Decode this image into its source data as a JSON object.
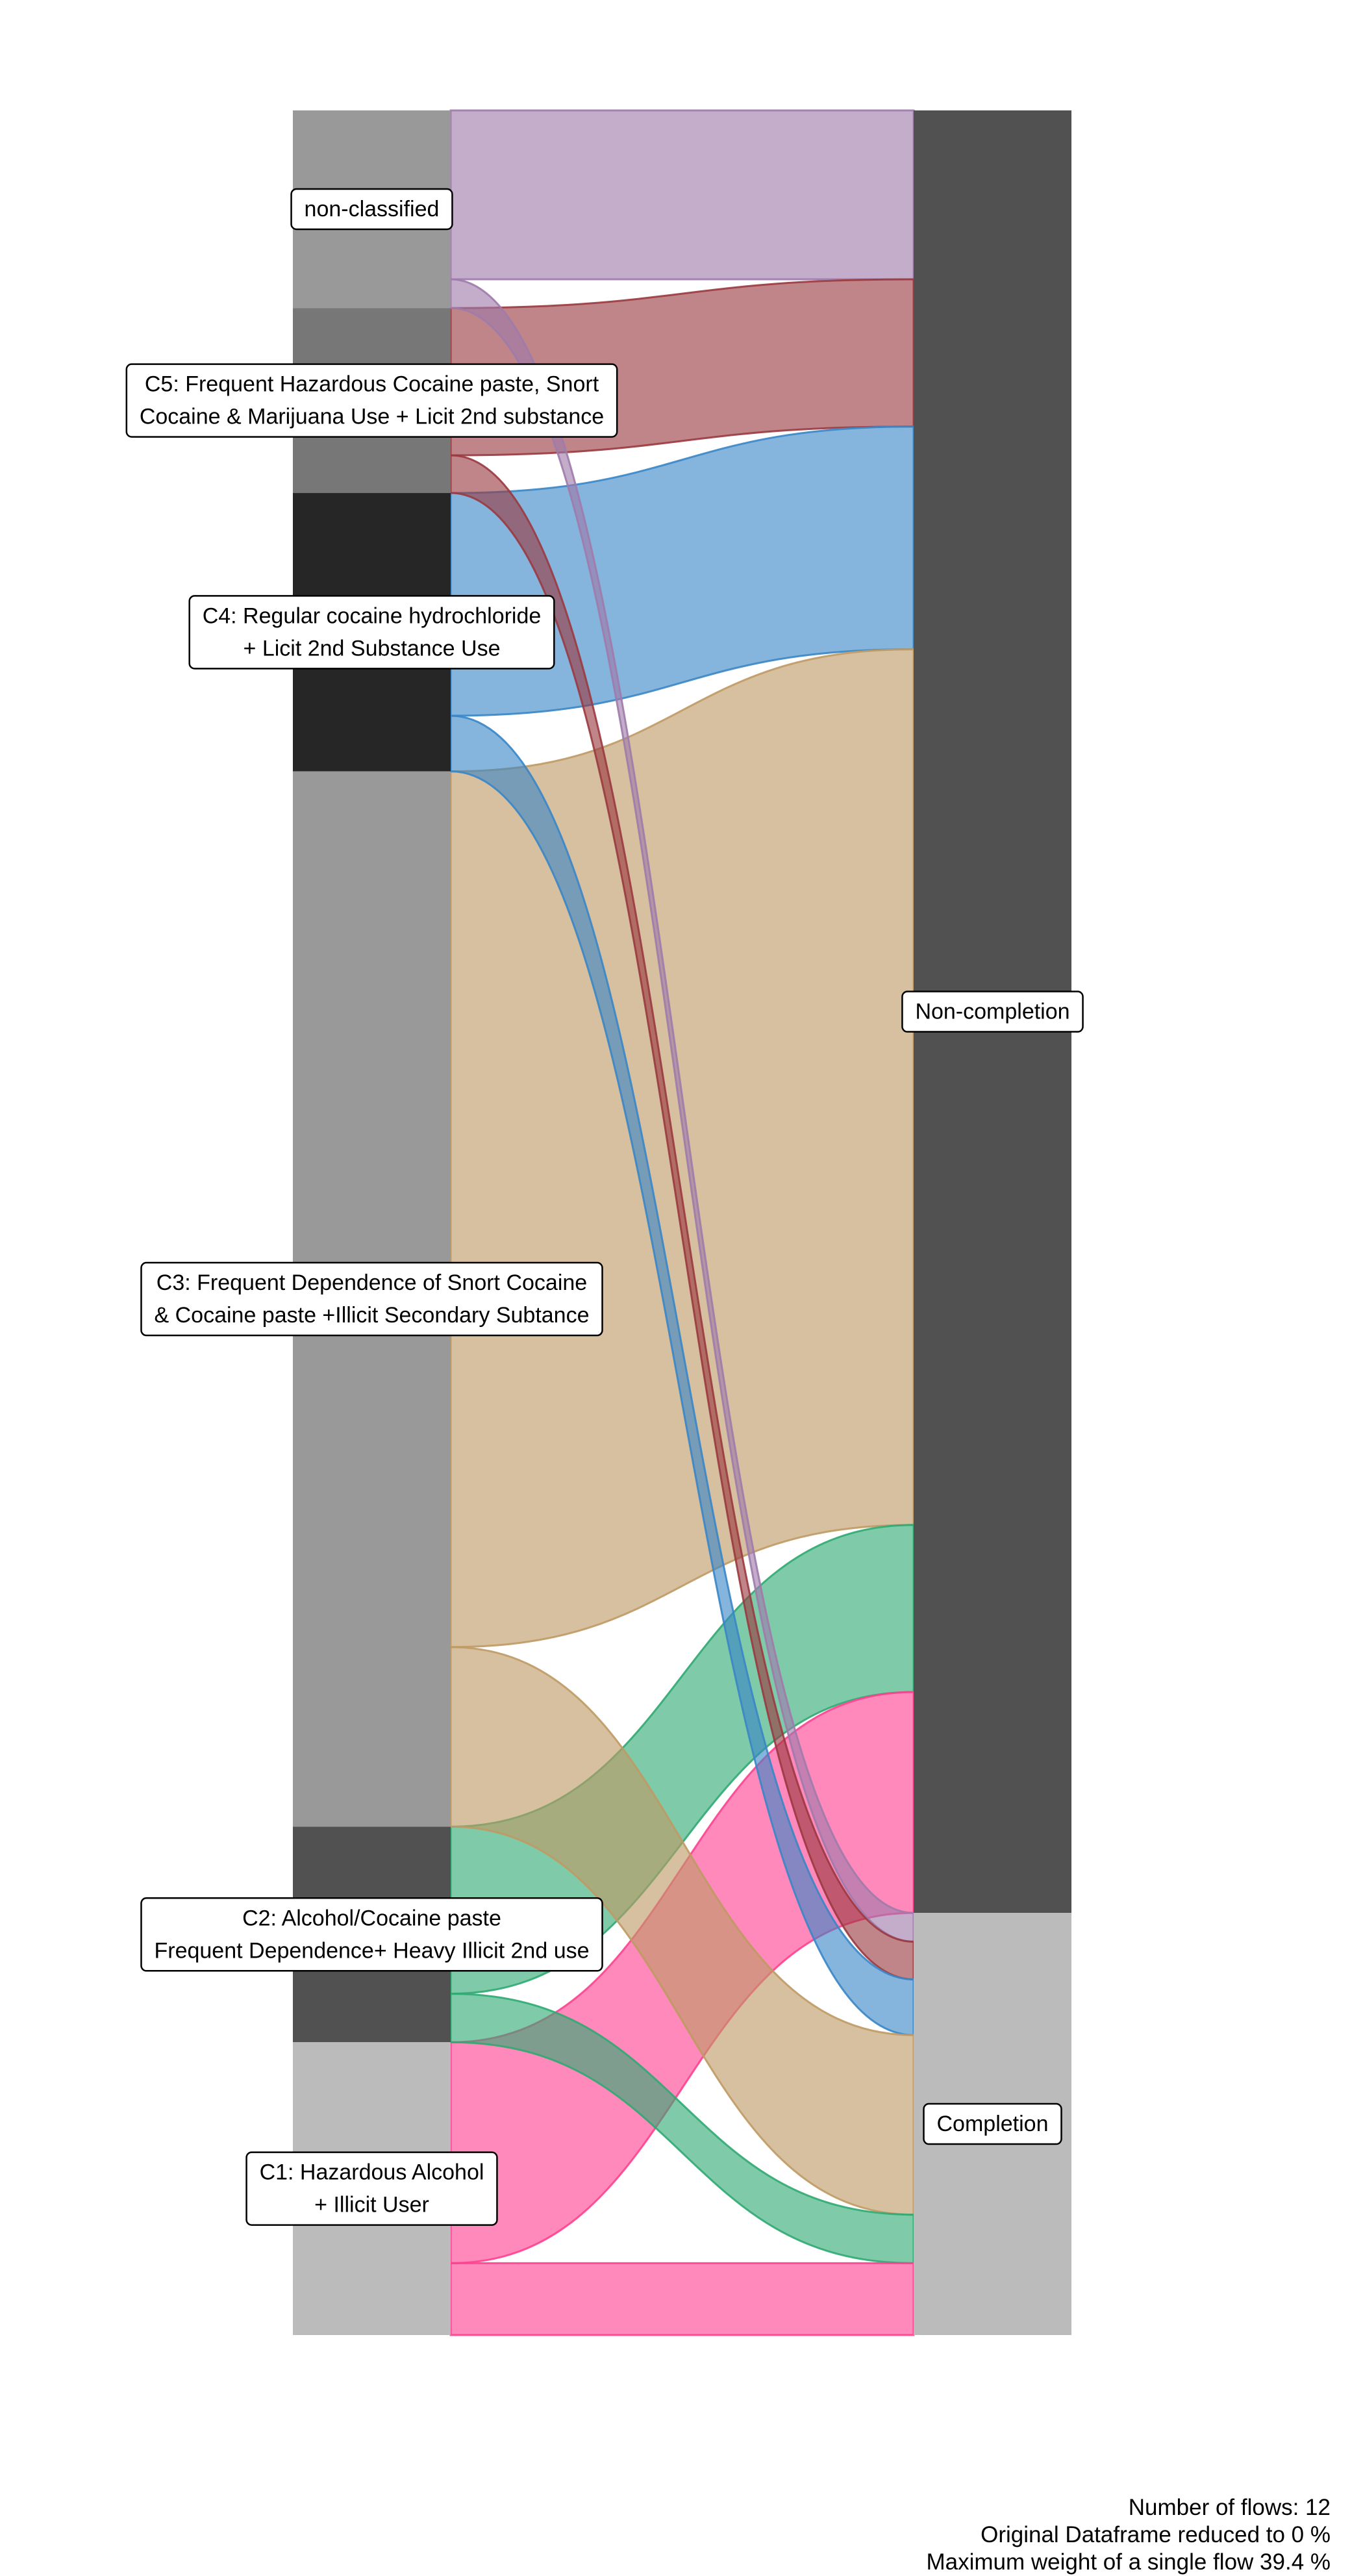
{
  "chart_data": {
    "type": "sankey",
    "left_nodes": [
      {
        "id": "nc",
        "label_lines": [
          "non-classified"
        ],
        "color": "#999999",
        "flow_color": "#9e7bab"
      },
      {
        "id": "c5",
        "label_lines": [
          "C5: Frequent Hazardous Cocaine paste, Snort",
          "Cocaine & Marijuana Use + Licit 2nd substance"
        ],
        "color": "#777777",
        "flow_color": "#9a3a40"
      },
      {
        "id": "c4",
        "label_lines": [
          "C4: Regular cocaine hydrochloride",
          "+ Licit 2nd Substance Use"
        ],
        "color": "#262626",
        "flow_color": "#3a86c6"
      },
      {
        "id": "c3",
        "label_lines": [
          "C3: Frequent Dependence of Snort Cocaine",
          "& Cocaine paste +Illicit Secondary Subtance"
        ],
        "color": "#999999",
        "flow_color": "#bf9a64"
      },
      {
        "id": "c2",
        "label_lines": [
          "C2: Alcohol/Cocaine paste",
          "Frequent Dependence+ Heavy Illicit 2nd use"
        ],
        "color": "#515151",
        "flow_color": "#30aa72"
      },
      {
        "id": "c1",
        "label_lines": [
          "C1: Hazardous Alcohol",
          "+ Illicit User"
        ],
        "color": "#bbbbbb",
        "flow_color": "#fe4190"
      }
    ],
    "right_nodes": [
      {
        "id": "nonc",
        "label_lines": [
          "Non-completion"
        ],
        "color": "#515151"
      },
      {
        "id": "comp",
        "label_lines": [
          "Completion"
        ],
        "color": "#bbbbbb"
      }
    ],
    "flows": [
      {
        "source": "nc",
        "target": "nonc",
        "value": 1.88
      },
      {
        "source": "nc",
        "target": "comp",
        "value": 0.32
      },
      {
        "source": "c5",
        "target": "nonc",
        "value": 1.64
      },
      {
        "source": "c5",
        "target": "comp",
        "value": 0.42
      },
      {
        "source": "c4",
        "target": "nonc",
        "value": 2.48
      },
      {
        "source": "c4",
        "target": "comp",
        "value": 0.62
      },
      {
        "source": "c3",
        "target": "nonc",
        "value": 9.75
      },
      {
        "source": "c3",
        "target": "comp",
        "value": 2.0
      },
      {
        "source": "c2",
        "target": "nonc",
        "value": 1.86
      },
      {
        "source": "c2",
        "target": "comp",
        "value": 0.54
      },
      {
        "source": "c1",
        "target": "nonc",
        "value": 2.46
      },
      {
        "source": "c1",
        "target": "comp",
        "value": 0.8
      }
    ]
  },
  "footer": {
    "flows": "Number of flows: 12",
    "reduced": "Original Dataframe reduced to 0 %",
    "max_weight": "Maximum weight of a single flow 39.4 %"
  }
}
